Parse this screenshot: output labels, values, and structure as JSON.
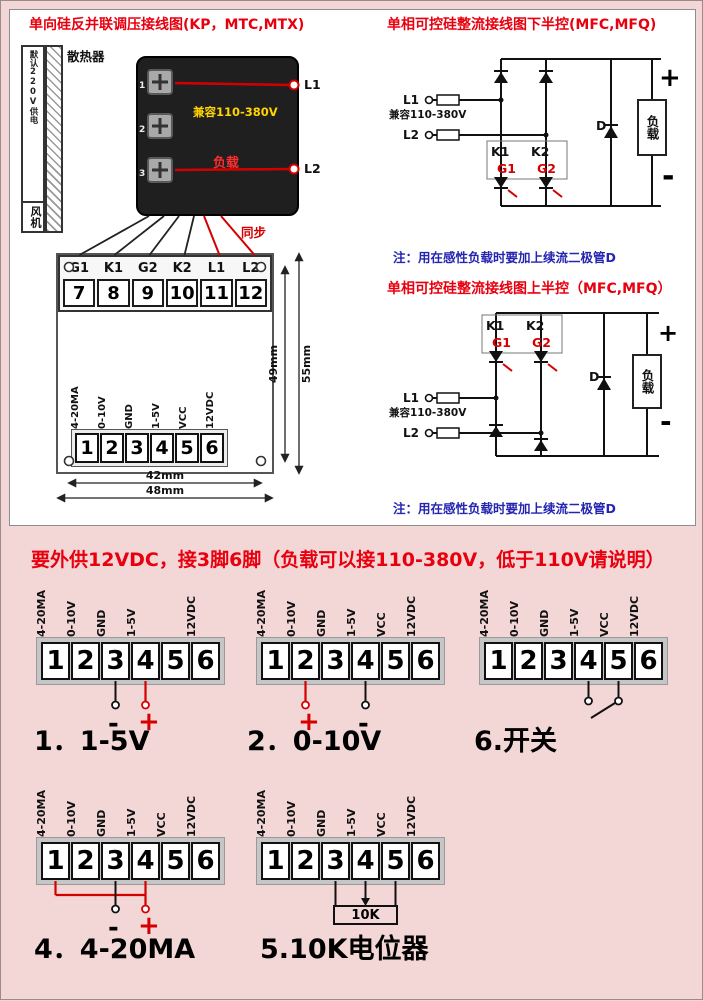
{
  "tl": {
    "title": "单向硅反并联调压接线图(KP，MTC,MTX)",
    "heatsink": "散热器",
    "fan_note": "默认220V供电",
    "fan": "风机",
    "compat": "兼容110-380V",
    "load": "负载",
    "sync": "同步",
    "l1": "L1",
    "l2": "L2",
    "screws": [
      "1",
      "2",
      "3"
    ],
    "strip_labels": [
      "G1",
      "K1",
      "G2",
      "K2",
      "L1",
      "L2"
    ],
    "strip_numbers": [
      "7",
      "8",
      "9",
      "10",
      "11",
      "12"
    ],
    "dims": {
      "h_outer": "55mm",
      "h_inner": "49mm",
      "w_inner": "42mm",
      "w_outer": "48mm"
    }
  },
  "pins": {
    "labels": [
      "4-20MA",
      "0-10V",
      "GND",
      "1-5V",
      "VCC",
      "12VDC"
    ],
    "numbers": [
      "1",
      "2",
      "3",
      "4",
      "5",
      "6"
    ]
  },
  "c1": {
    "title": "单相可控硅整流接线图下半控(MFC,MFQ)",
    "compat": "兼容110-380V",
    "l1": "L1",
    "l2": "L2",
    "k1": "K1",
    "k2": "K2",
    "g1": "G1",
    "g2": "G2",
    "d": "D",
    "load": "负载",
    "plus": "+",
    "minus": "-",
    "note": "注：用在感性负载时要加上续流二极管D"
  },
  "c2": {
    "title": "单相可控硅整流接线图上半控（MFC,MFQ）",
    "compat": "兼容110-380V",
    "l1": "L1",
    "l2": "L2",
    "k1": "K1",
    "k2": "K2",
    "g1": "G1",
    "g2": "G2",
    "d": "D",
    "load": "负载",
    "plus": "+",
    "minus": "-",
    "note": "注：用在感性负载时要加上续流二极管D"
  },
  "bottom": {
    "title": "要外供12VDC，接3脚6脚（负载可以接110-380V，低于110V请说明）",
    "b1": {
      "caption": "1．1-5V",
      "minus": "-",
      "plus": "+"
    },
    "b2": {
      "caption": "2．0-10V",
      "plus": "+",
      "minus": "-"
    },
    "b3": {
      "caption": "6.开关"
    },
    "b4": {
      "caption": "4．4-20MA",
      "minus": "-",
      "plus": "+"
    },
    "b5": {
      "caption": "5.10K电位器",
      "pot": "10K"
    }
  }
}
